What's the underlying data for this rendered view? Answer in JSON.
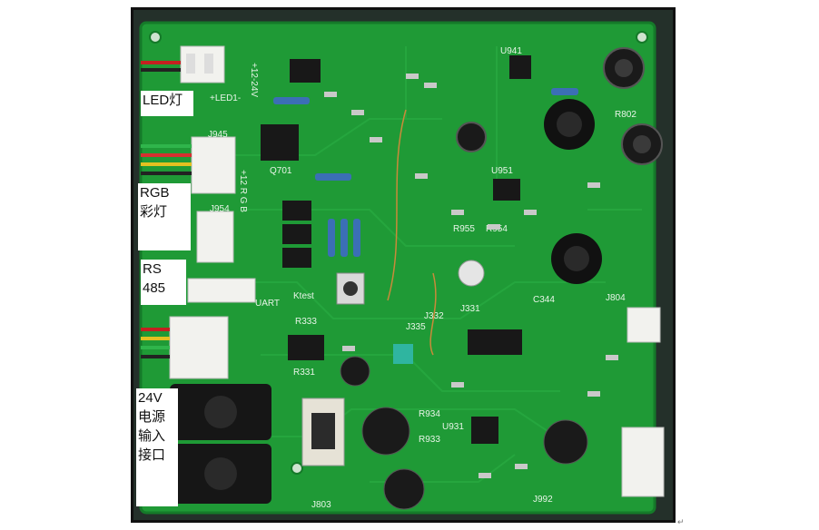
{
  "labels": {
    "led": "LED灯",
    "rgb": "RGB\n彩灯",
    "rs485": "RS\n485",
    "power": "24V\n电源\n输入\n接口"
  },
  "silk": {
    "led_header": "+LED1-",
    "v12_24": "+12-24V",
    "j945": "J945",
    "q701": "Q701",
    "j954": "J954",
    "rgb_header": "+12 R G B",
    "ktest": "Ktest",
    "uart": "UART",
    "j335": "J335",
    "j331": "J331",
    "j332": "J332",
    "j803": "J803",
    "j992": "J992",
    "u941": "U941",
    "u951": "U951",
    "u931": "U931",
    "r802": "R802",
    "j804": "J804",
    "r333": "R333",
    "r331": "R331",
    "r934": "R934",
    "r933": "R933",
    "c344": "C344",
    "r955": "R955",
    "r954": "R954"
  },
  "colors": {
    "pcb": "#1f9a36",
    "pcb_dark": "#157a29",
    "silkscreen": "#e8f5e8",
    "connector": "#f2f2ee",
    "capacitor": "#1a1a1a",
    "inductor": "#111111"
  },
  "trail_mark": "↵"
}
